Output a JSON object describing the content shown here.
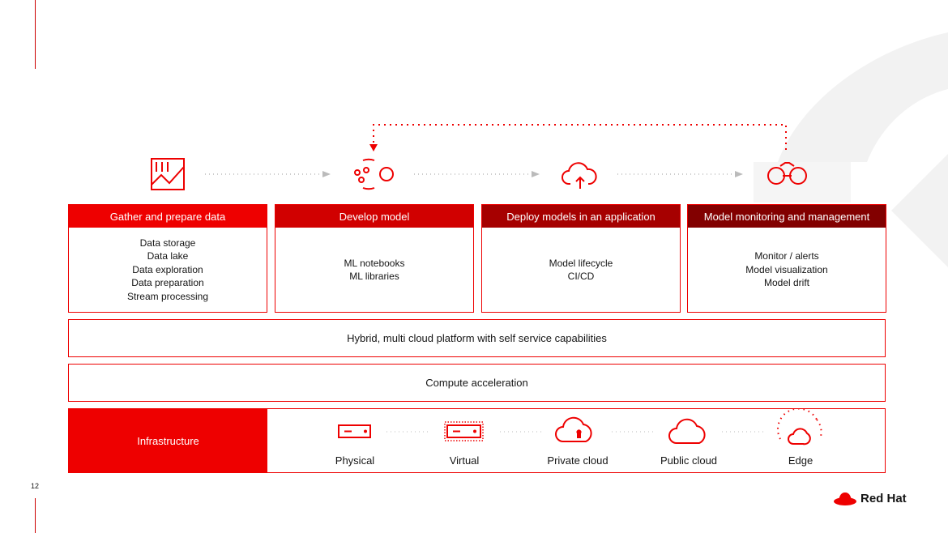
{
  "stages": [
    {
      "title": "Gather and prepare data",
      "items": [
        "Data storage",
        "Data lake",
        "Data exploration",
        "Data preparation",
        "Stream processing"
      ],
      "color": "#ee0000"
    },
    {
      "title": "Develop model",
      "items": [
        "ML notebooks",
        "ML libraries"
      ],
      "color": "#d10000"
    },
    {
      "title": "Deploy models in an application",
      "items": [
        "Model lifecycle",
        "CI/CD"
      ],
      "color": "#a60000"
    },
    {
      "title": "Model monitoring and management",
      "items": [
        "Monitor / alerts",
        "Model visualization",
        "Model drift"
      ],
      "color": "#820000"
    }
  ],
  "platform": "Hybrid, multi cloud platform with self service capabilities",
  "compute": "Compute acceleration",
  "infrastructure": {
    "label": "Infrastructure",
    "items": [
      "Physical",
      "Virtual",
      "Private cloud",
      "Public cloud",
      "Edge"
    ]
  },
  "page_number": "12",
  "brand": "Red Hat"
}
